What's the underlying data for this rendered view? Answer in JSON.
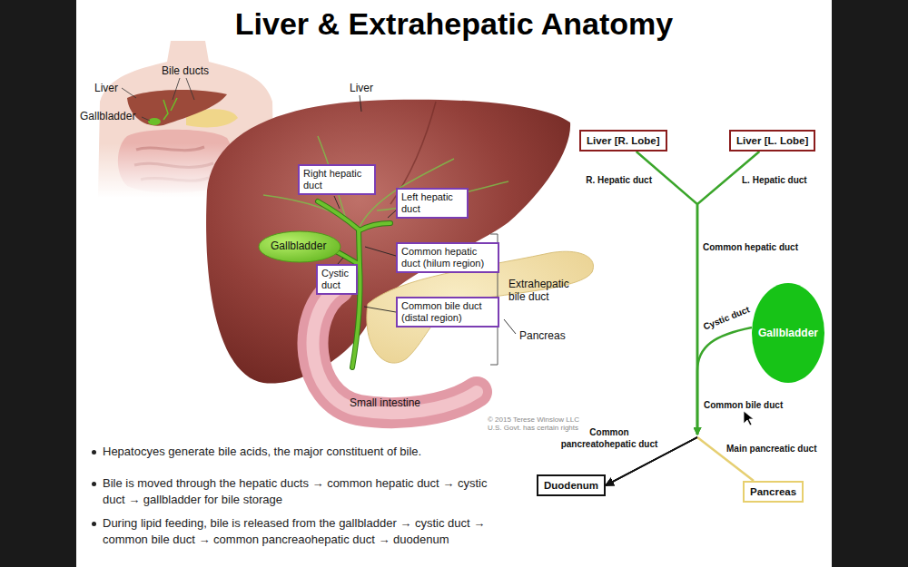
{
  "diagram": {
    "title": "Liver & Extrahepatic Anatomy",
    "nodes": [
      {
        "text": [
          "Right hepatic duct"
        ]
      },
      {
        "text": [
          "Left hepatic duct"
        ]
      },
      {
        "text": [
          "Common hepatic duct (hilum region)"
        ]
      },
      {
        "text": [
          "Cystic duct"
        ]
      },
      {
        "text": [
          "Common bile duct (distal region)"
        ]
      },
      {
        "text": [
          "Liver [R. Lobe]"
        ]
      },
      {
        "text": [
          "Liver [L. Lobe]"
        ]
      },
      {
        "text": [
          "Gallbladder"
        ]
      },
      {
        "text": [
          "Duodenum"
        ]
      },
      {
        "text": [
          "Pancreas"
        ]
      }
    ],
    "edges": [
      {
        "from": 5,
        "to": 8,
        "arrow": "to",
        "label": "R. Hepatic duct"
      },
      {
        "from": 6,
        "to": 8,
        "arrow": "to",
        "label": "L. Hepatic duct"
      },
      {
        "from": 7,
        "to": 8,
        "arrow": "to",
        "label": "Cystic duct"
      },
      {
        "from": 9,
        "to": 8,
        "arrow": "to",
        "label": "Main pancreatic duct"
      }
    ],
    "labels": [
      "Bile ducts",
      "Liver",
      "Gallbladder",
      "Liver",
      "Gallbladder",
      "Extrahepatic bile duct",
      "Pancreas",
      "Small intestine",
      "© 2015 Terese Winslow LLC U.S. Govt. has certain rights",
      "Common hepatic duct",
      "Common bile duct",
      "Common pancreatohepatic duct",
      "Hepatocyes generate bile acids, the major constituent of bile.",
      "Bile is moved through the hepatic ducts → common hepatic duct → cystic duct → gallbladder for bile storage",
      "During lipid feeding, bile is released from the gallbladder → cystic duct → common bile duct → common pancreaohepatic duct → duodenum"
    ]
  }
}
